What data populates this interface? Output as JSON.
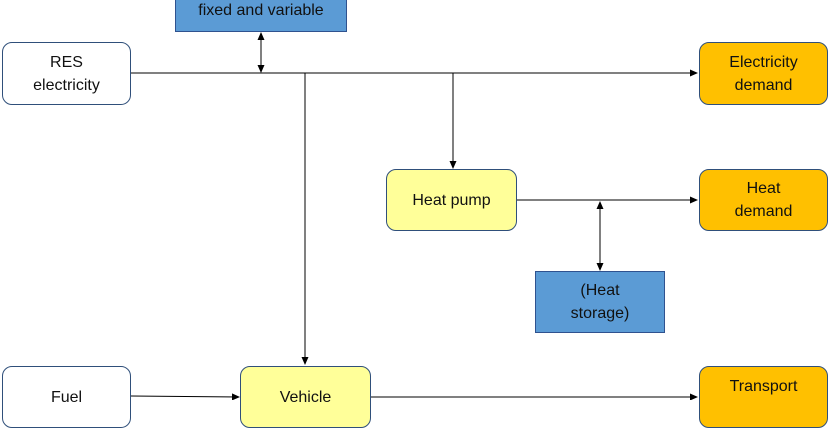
{
  "nodes": {
    "storage_top": "fixed and variable",
    "res": "RES\nelectricity",
    "elec_demand": "Electricity\ndemand",
    "heat_pump": "Heat pump",
    "heat_demand": "Heat\ndemand",
    "heat_storage": "(Heat\nstorage)",
    "fuel": "Fuel",
    "vehicle": "Vehicle",
    "transport": "Transport"
  },
  "colors": {
    "resource_fill": "#ffffff",
    "converter_fill": "#ffff99",
    "demand_fill": "#ffc000",
    "storage_fill": "#5b9bd5",
    "line": "#000000"
  }
}
